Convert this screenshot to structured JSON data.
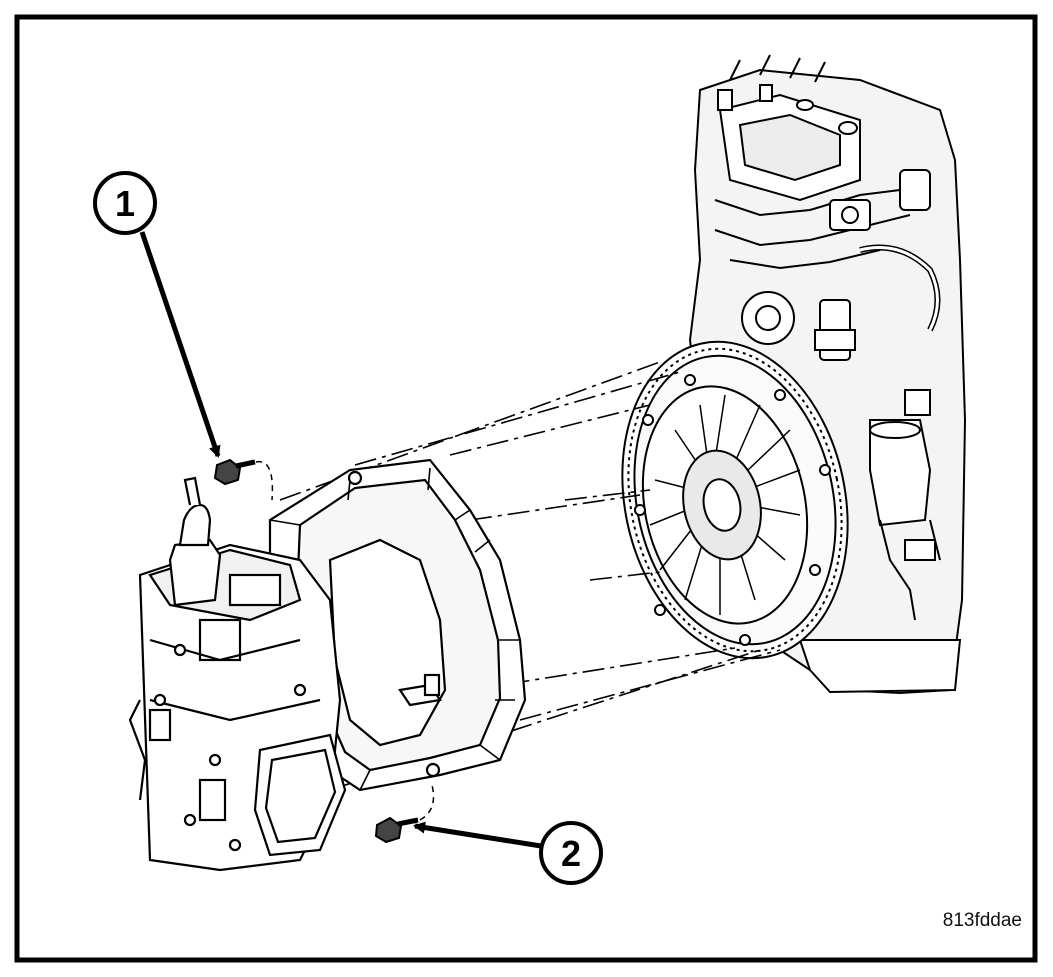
{
  "diagram": {
    "callouts": [
      {
        "id": "1",
        "label": "1"
      },
      {
        "id": "2",
        "label": "2"
      }
    ],
    "reference_code": "813fddae",
    "colors": {
      "ink": "#000000",
      "paper": "#ffffff",
      "metal_shade": "#e9e9e9"
    }
  }
}
